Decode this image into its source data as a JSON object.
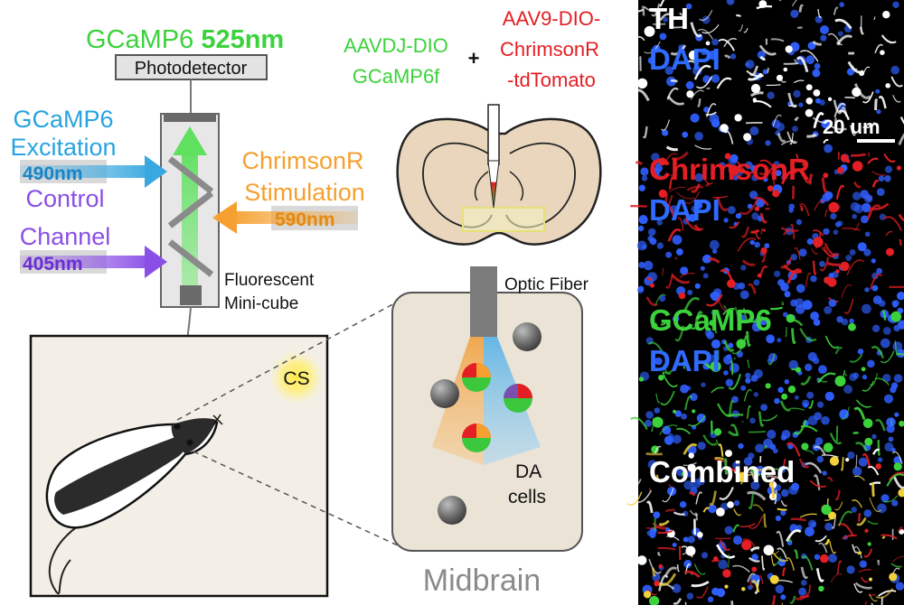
{
  "setup": {
    "gcamp_title": "GCaMP6",
    "gcamp_emission": "525nm",
    "photodetector": "Photodetector",
    "excitation_line1": "GCaMP6",
    "excitation_line2": "Excitation",
    "excitation_wavelength": "490nm",
    "control_line1": "Control",
    "control_line2": "Channel",
    "control_wavelength": "405nm",
    "stim_line1": "ChrimsonR",
    "stim_line2": "Stimulation",
    "stim_wavelength": "590nm",
    "minicube_line1": "Fluorescent",
    "minicube_line2": "Mini-cube",
    "cs_label": "CS"
  },
  "injection": {
    "virus1_line1": "AAVDJ-DIO",
    "virus1_line2": "GCaMP6f",
    "plus": "+",
    "virus2_line1": "AAV9-DIO-",
    "virus2_line2": "ChrimsonR",
    "virus2_line3": "-tdTomato"
  },
  "midbrain": {
    "optic_fiber": "Optic Fiber",
    "da_line1": "DA",
    "da_line2": "cells",
    "region": "Midbrain"
  },
  "micrographs": {
    "panel1_line1": "TH",
    "panel1_line2": "DAPI",
    "scale_bar": "20 um",
    "panel2_line1": "ChrimsonR",
    "panel2_line2": "DAPI",
    "panel3_line1": "GCaMP6",
    "panel3_line2": "DAPI",
    "panel4": "Combined"
  },
  "colors": {
    "gcamp_green": "#3cd23c",
    "excitation_blue": "#3aa8e0",
    "control_purple": "#8a4fe6",
    "stim_orange": "#f5a030",
    "chrimson_red": "#e31e24",
    "dapi_blue": "#2f5fff"
  }
}
